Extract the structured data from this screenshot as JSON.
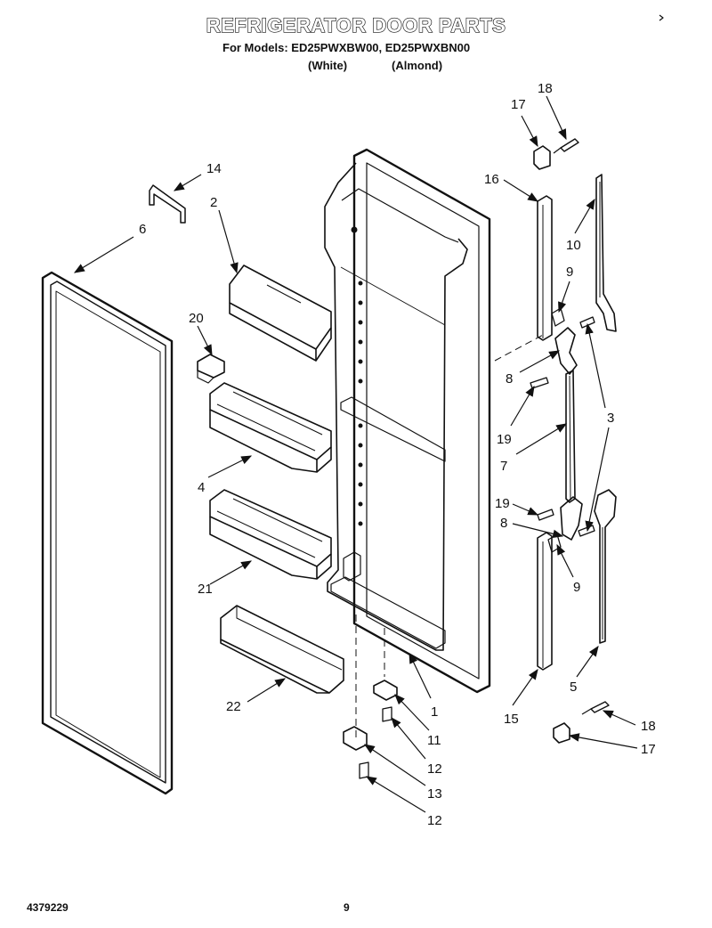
{
  "header": {
    "title": "REFRIGERATOR DOOR PARTS",
    "models_line": "For Models: ED25PWXBW00, ED25PWXBN00",
    "variant_white": "(White)",
    "variant_almond": "(Almond)"
  },
  "footer": {
    "doc_number": "4379229",
    "page_number": "9"
  },
  "callouts": {
    "c1": "1",
    "c2": "2",
    "c3": "3",
    "c4": "4",
    "c5": "5",
    "c6": "6",
    "c7": "7",
    "c8a": "8",
    "c8b": "8",
    "c9a": "9",
    "c9b": "9",
    "c10": "10",
    "c11": "11",
    "c12a": "12",
    "c12b": "12",
    "c13": "13",
    "c14": "14",
    "c15": "15",
    "c16": "16",
    "c17a": "17",
    "c17b": "17",
    "c18a": "18",
    "c18b": "18",
    "c19a": "19",
    "c19b": "19",
    "c20": "20",
    "c21": "21",
    "c22": "22"
  }
}
